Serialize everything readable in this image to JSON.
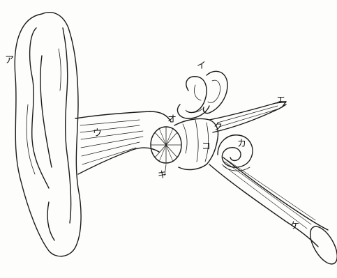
{
  "labels": {
    "a": "ア",
    "i": "イ",
    "u": "ウ",
    "e": "エ",
    "o": "オ",
    "ka": "カ",
    "ki": "キ",
    "ku": "ク",
    "ke": "ケ",
    "ko": "コ"
  }
}
